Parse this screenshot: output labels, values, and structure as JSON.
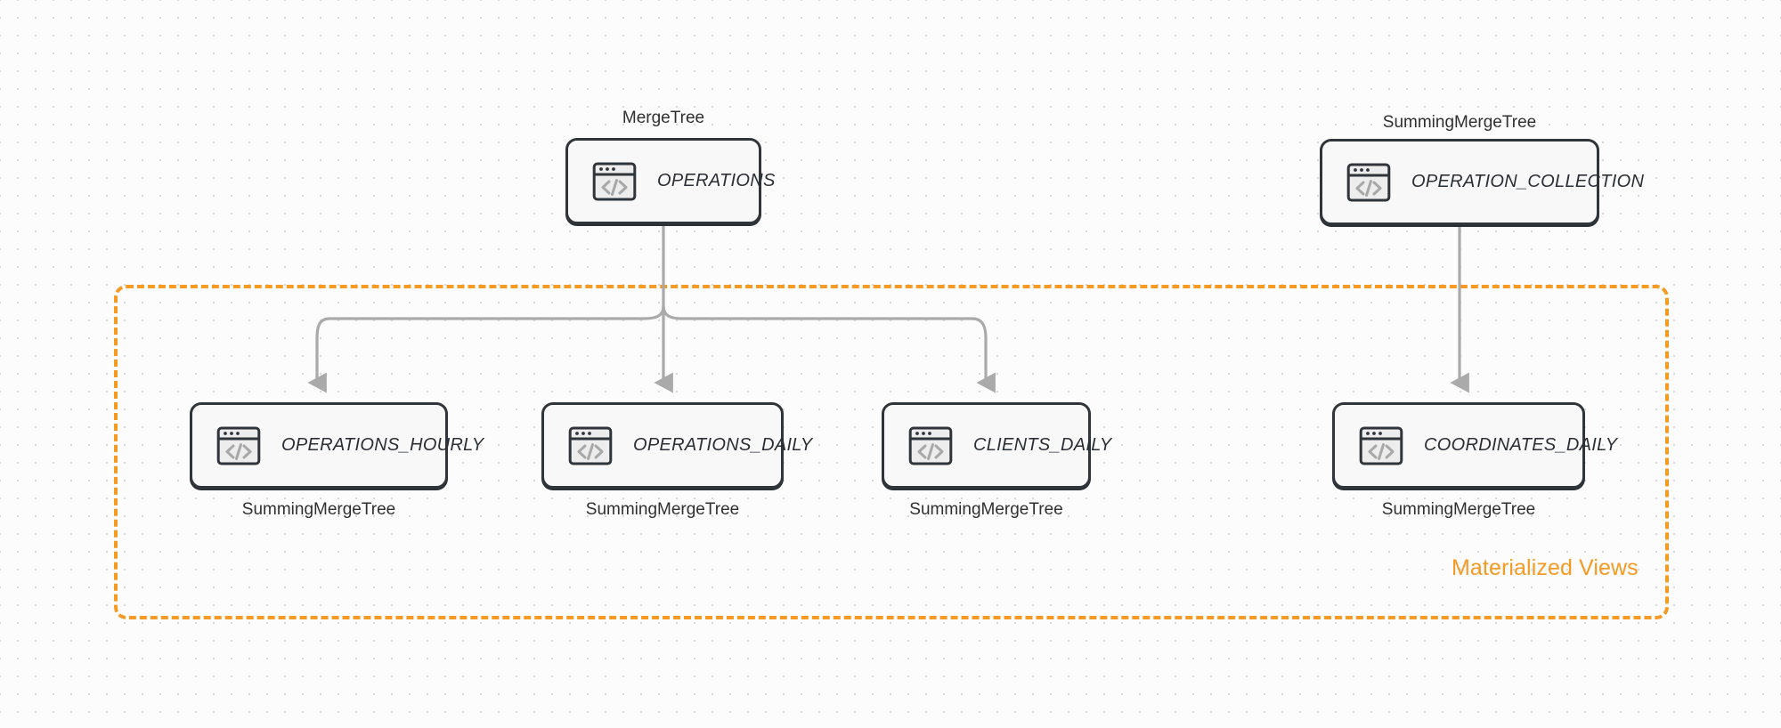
{
  "diagram": {
    "title": "ClickHouse table and materialized view topology",
    "background_color": "#fcfcfc",
    "accent_color": "#f59a23",
    "node_border_color": "#30343b",
    "node_fill_color": "#f7f8f7",
    "edge_color": "#aaaaaa"
  },
  "group": {
    "label": "Materialized Views",
    "color": "#f59a23",
    "style": "dashed"
  },
  "source_nodes": [
    {
      "id": "operations",
      "label": "OPERATIONS",
      "engine": "MergeTree",
      "engine_position": "above",
      "icon": "code-window-icon"
    },
    {
      "id": "operation_collection",
      "label": "OPERATION_COLLECTION",
      "engine": "SummingMergeTree",
      "engine_position": "above",
      "icon": "code-window-icon"
    }
  ],
  "view_nodes": [
    {
      "id": "operations_hourly",
      "label": "OPERATIONS_HOURLY",
      "engine": "SummingMergeTree",
      "engine_position": "below",
      "icon": "code-window-icon"
    },
    {
      "id": "operations_daily",
      "label": "OPERATIONS_DAILY",
      "engine": "SummingMergeTree",
      "engine_position": "below",
      "icon": "code-window-icon"
    },
    {
      "id": "clients_daily",
      "label": "CLIENTS_DAILY",
      "engine": "SummingMergeTree",
      "engine_position": "below",
      "icon": "code-window-icon"
    },
    {
      "id": "coordinates_daily",
      "label": "COORDINATES_DAILY",
      "engine": "SummingMergeTree",
      "engine_position": "below",
      "icon": "code-window-icon"
    }
  ],
  "edges": [
    {
      "from": "operations",
      "to": "operations_hourly"
    },
    {
      "from": "operations",
      "to": "operations_daily"
    },
    {
      "from": "operations",
      "to": "clients_daily"
    },
    {
      "from": "operation_collection",
      "to": "coordinates_daily"
    }
  ]
}
